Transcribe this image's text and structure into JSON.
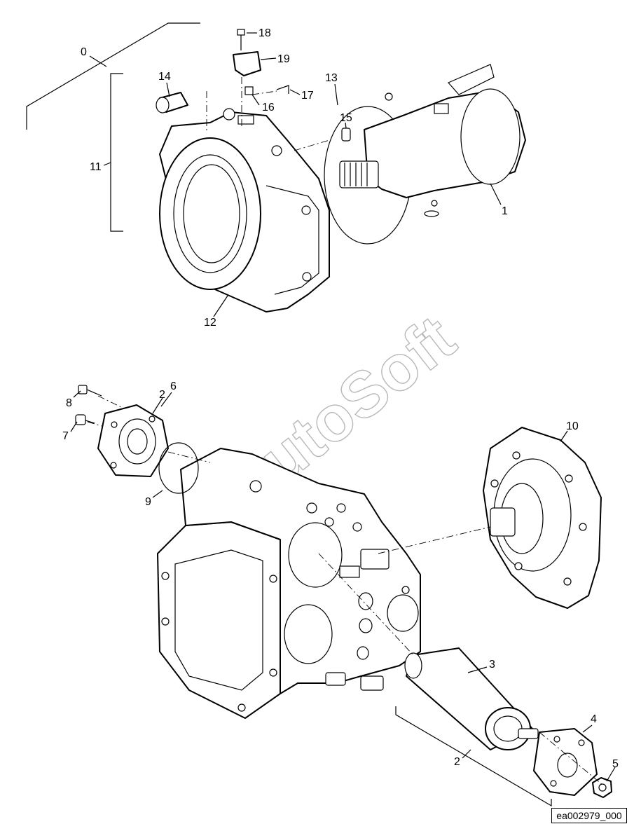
{
  "diagram": {
    "callouts": [
      "0",
      "1",
      "2",
      "3",
      "4",
      "5",
      "6",
      "7",
      "8",
      "9",
      "10",
      "11",
      "12",
      "13",
      "14",
      "15",
      "16",
      "17",
      "18",
      "19"
    ],
    "bottom_callouts": {
      "part2_lower": "2"
    },
    "watermark": "AutoSoft",
    "reference_code": "ea002979_000"
  }
}
